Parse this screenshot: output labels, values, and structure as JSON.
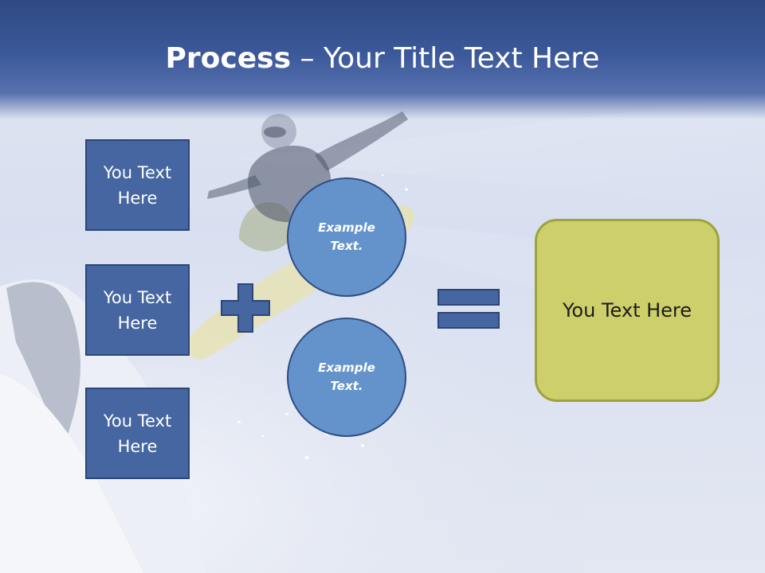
{
  "slide": {
    "title_bold": "Process",
    "title_rest": " – Your Title Text Here",
    "boxes": [
      {
        "label": "You Text Here"
      },
      {
        "label": "You Text Here"
      },
      {
        "label": "You Text Here"
      }
    ],
    "circles": [
      {
        "label": "Example Text."
      },
      {
        "label": "Example Text."
      }
    ],
    "result_label": "You Text Here",
    "icons": {
      "plus": "plus-icon",
      "equals": "equals-icon"
    },
    "colors": {
      "header": "#3b5899",
      "box_fill": "#4566a0",
      "box_border": "#2b4577",
      "circle_fill": "#6493cb",
      "result_fill": "#cccf6a",
      "result_border": "#9ea23f"
    }
  }
}
